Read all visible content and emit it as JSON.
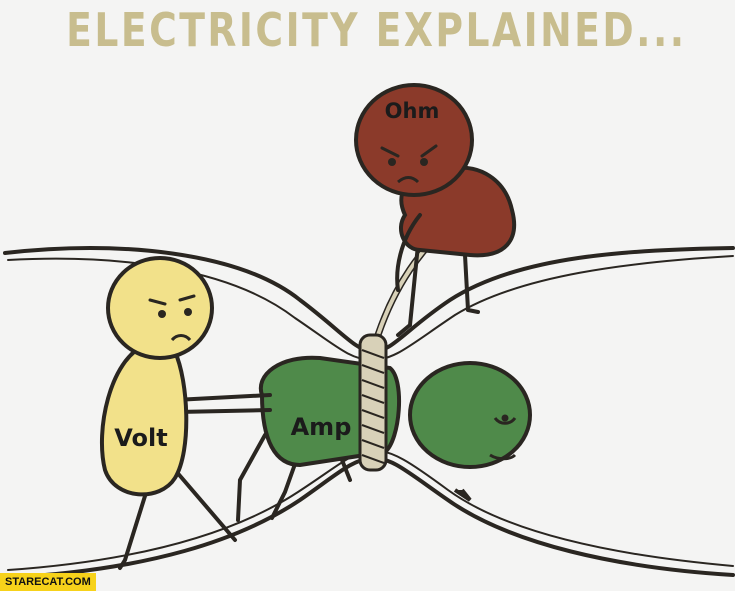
{
  "title": "ELECTRICITY EXPLAINED...",
  "characters": {
    "ohm": "Ohm",
    "volt": "Volt",
    "amp": "Amp"
  },
  "watermark": "STARECAT.COM",
  "colors": {
    "title": "#c8bd8e",
    "ohm": "#8b3a2a",
    "volt": "#f2e18a",
    "amp": "#4f8a4a",
    "background": "#f4f4f3",
    "watermark_bg": "#f7d21a"
  }
}
